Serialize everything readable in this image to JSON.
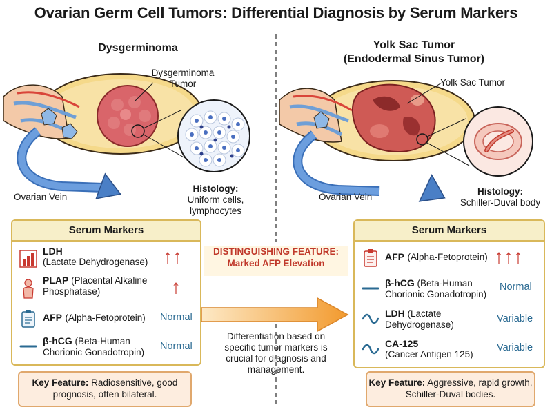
{
  "title": "Ovarian Germ Cell Tumors: Differential Diagnosis by Serum Markers",
  "left": {
    "heading": "Dysgerminoma",
    "tumor_label": "Dysgerminoma\nTumor",
    "vein_label": "Ovarian Vein",
    "histology_title": "Histology:",
    "histology_text": "Uniform cells,\nlymphocytes",
    "markers_header": "Serum Markers",
    "markers": [
      {
        "icon": "bar-chart-icon",
        "name": "LDH",
        "full": "(Lactate Dehydrogenase)",
        "status": "↑↑"
      },
      {
        "icon": "person-icon",
        "name": "PLAP",
        "full": "(Placental Alkaline\nPhosphatase)",
        "status": "↑"
      },
      {
        "icon": "clipboard-icon",
        "name": "AFP",
        "full": "(Alpha-Fetoprotein)",
        "status": "Normal"
      },
      {
        "icon": "dash-icon",
        "name": "β-hCG",
        "full": "(Beta-Human\nChorionic Gonadotropin)",
        "status": "Normal"
      }
    ],
    "key_feature_label": "Key Feature:",
    "key_feature_text": "Radiosensitive, good prognosis, often bilateral."
  },
  "right": {
    "heading": "Yolk Sac Tumor",
    "subheading": "(Endodermal Sinus Tumor)",
    "tumor_label": "Yolk Sac Tumor",
    "vein_label": "Ovarian Vein",
    "histology_title": "Histology:",
    "histology_text": "Schiller-Duval body",
    "markers_header": "Serum Markers",
    "markers": [
      {
        "icon": "clipboard-icon",
        "name": "AFP",
        "full": "(Alpha-Fetoprotein)",
        "status": "↑↑↑"
      },
      {
        "icon": "dash-icon",
        "name": "β-hCG",
        "full": "(Beta-Human\nChorionic Gonadotropin)",
        "status": "Normal"
      },
      {
        "icon": "wave-icon",
        "name": "LDH",
        "full": "(Lactate\nDehydrogenase)",
        "status": "Variable"
      },
      {
        "icon": "wave-icon",
        "name": "CA-125",
        "full": "(Cancer Antigen 125)",
        "status": "Variable"
      }
    ],
    "key_feature_label": "Key Feature:",
    "key_feature_text": "Aggressive, rapid growth, Schiller-Duval bodies."
  },
  "center": {
    "distinguishing_line1": "DISTINGUISHING FEATURE:",
    "distinguishing_line2": "Marked AFP Elevation",
    "note": "Differentiation based on specific tumor markers is crucial for diagnosis and management."
  },
  "colors": {
    "up_arrow": "#c8382f",
    "normal_text": "#2a6a92",
    "marker_border": "#d9b85a",
    "key_bg": "#fdeddf",
    "distinguishing_text": "#c0392b",
    "big_arrow": "#f29a2e"
  }
}
